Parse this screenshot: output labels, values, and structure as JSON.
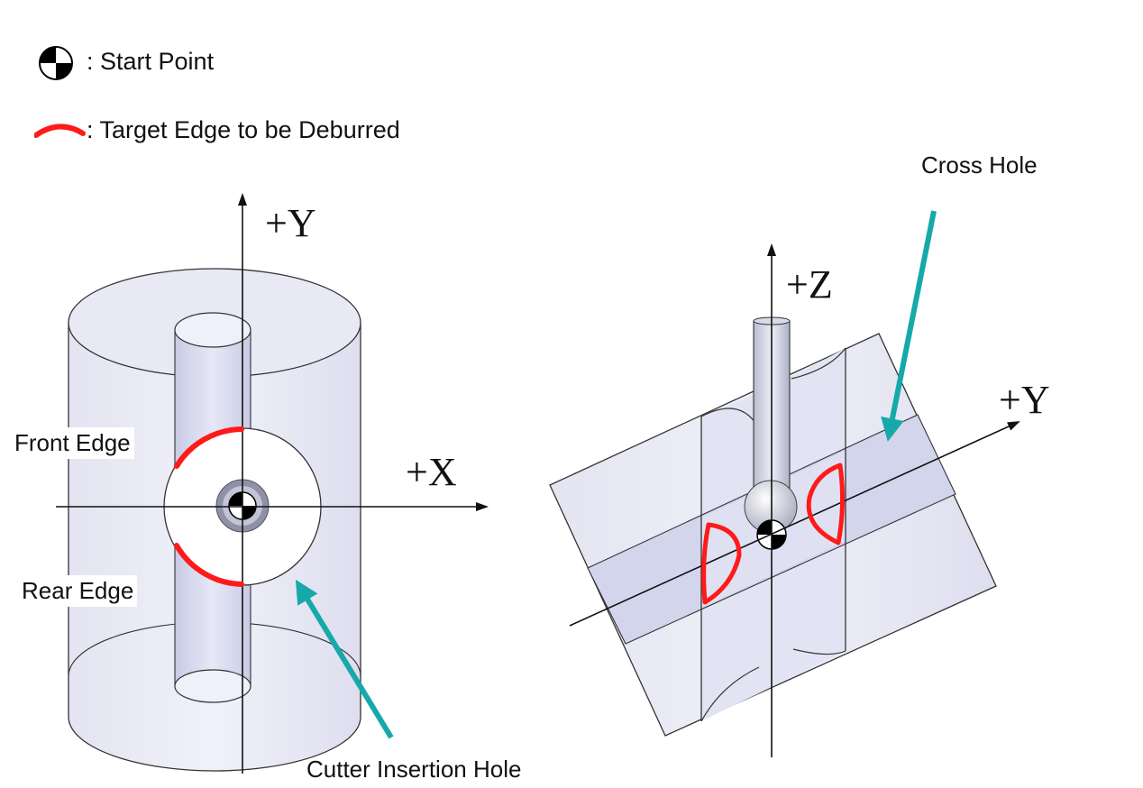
{
  "legend": {
    "start_point": {
      "icon": "start-point-icon",
      "label": ": Start Point"
    },
    "target_edge": {
      "icon": "target-edge-icon",
      "color": "#ff1a1a",
      "label": ": Target Edge to be Deburred"
    }
  },
  "left_view": {
    "axis_y": "+Y",
    "axis_x": "+X",
    "front_edge": "Front Edge",
    "rear_edge": "Rear Edge",
    "cutter_hole": "Cutter Insertion Hole"
  },
  "right_view": {
    "axis_z": "+Z",
    "axis_y": "+Y",
    "cross_hole": "Cross Hole"
  },
  "colors": {
    "body_fill": "#e6e6f3",
    "bore_fill": "#d6d8ee",
    "edge_red": "#ff1a1a",
    "arrow_teal": "#17a9a9",
    "outline": "#333333"
  }
}
